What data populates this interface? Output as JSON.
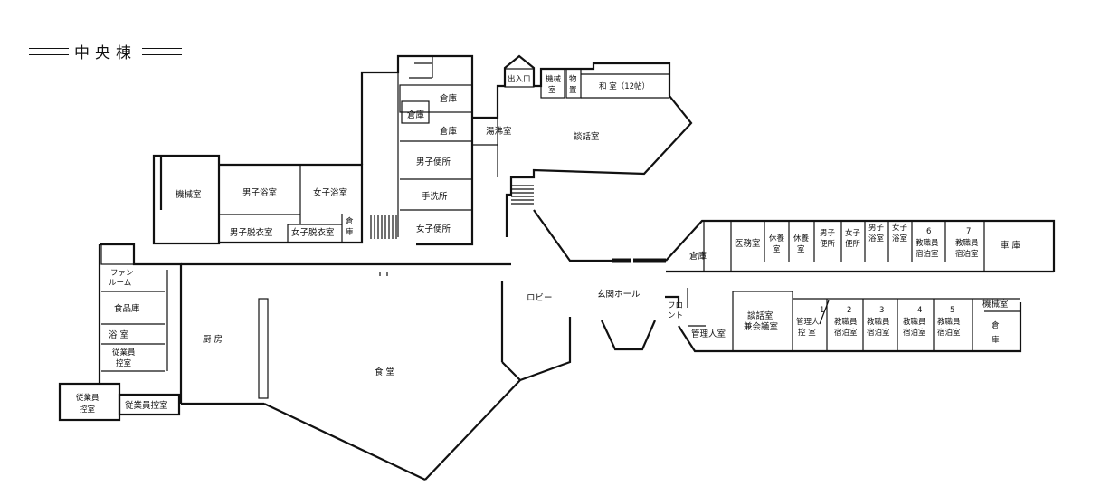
{
  "title": "中央棟",
  "rooms": {
    "kikaishitsu_left": "機械室",
    "danshi_yokushitsu": "男子浴室",
    "joshi_yokushitsu": "女子浴室",
    "danshi_datsuishitsu": "男子脱衣室",
    "joshi_datsuishitsu": "女子脱衣室",
    "soko_small": "倉庫",
    "soko_top": "倉庫",
    "soko_mid": "倉庫",
    "soko_right": "倉庫",
    "danshi_benjo": "男子便所",
    "tearaijo": "手洗所",
    "joshi_benjo": "女子便所",
    "deiriguchi": "出入口",
    "kikaishitsu_top": [
      "機械",
      "室"
    ],
    "butsuoki": [
      "物",
      "置"
    ],
    "washitsu": "和 室（12帖）",
    "yuwakashi": "湯沸室",
    "danwashitsu_top": "談話室",
    "fan_room": [
      "ファン",
      "ルーム"
    ],
    "shokuhinko": "食品庫",
    "yokushitsu": "浴 室",
    "jugyoin_hikae_1": [
      "従業員",
      "控室"
    ],
    "jugyoin_hikae_2": [
      "従業員",
      "控室"
    ],
    "jugyoin_hikae_3": "従業員控室",
    "chubo": "厨 房",
    "shokudo": "食 堂",
    "lobby": "ロビー",
    "genkan_hall": "玄関ホール",
    "front": [
      "フロ",
      "ント"
    ],
    "kanrinin_shitsu": "管理人室",
    "danwashitsu_kenkaigi": [
      "談話室",
      "兼会議室"
    ],
    "kanrinin_hikae": [
      "1",
      "管理人",
      "控 室"
    ],
    "kyoshokuin_2": [
      "2",
      "教職員",
      "宿泊室"
    ],
    "kyoshokuin_3": [
      "3",
      "教職員",
      "宿泊室"
    ],
    "kyoshokuin_4": [
      "4",
      "教職員",
      "宿泊室"
    ],
    "kyoshokuin_5": [
      "5",
      "教職員",
      "宿泊室"
    ],
    "kyoshokuin_6": [
      "6",
      "教職員",
      "宿泊室"
    ],
    "kyoshokuin_7": [
      "7",
      "教職員",
      "宿泊室"
    ],
    "kikaishitsu_right": "機械室",
    "soko_far": [
      "倉",
      "庫"
    ],
    "imushitsu": "医務室",
    "kyuyoshitsu_1": [
      "休養",
      "室"
    ],
    "kyuyoshitsu_2": [
      "休養",
      "室"
    ],
    "danshi_benjo_e": [
      "男子",
      "便所"
    ],
    "joshi_benjo_e": [
      "女子",
      "便所"
    ],
    "danshi_yoku_e": [
      "男子",
      "浴室"
    ],
    "joshi_yoku_e": [
      "女子",
      "浴室"
    ],
    "shako": "車 庫"
  }
}
